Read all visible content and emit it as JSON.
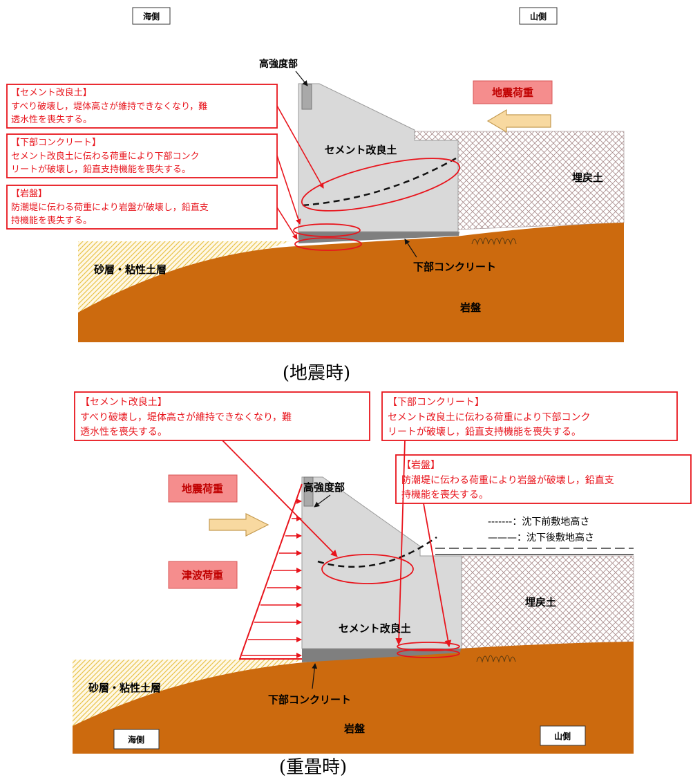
{
  "seismic": {
    "side_sea": "海側",
    "side_mountain": "山側",
    "label_high_strength": "高強度部",
    "label_seismic_load": "地震荷重",
    "label_cement": "セメント改良土",
    "label_backfill": "埋戻土",
    "label_sand_clay": "砂層・粘性土層",
    "label_lower_concrete": "下部コンクリート",
    "label_bedrock": "岩盤",
    "caption": "(地震時)",
    "callouts": [
      {
        "title": "【セメント改良土】",
        "lines": [
          "すべり破壊し，堤体高さが維持できなくなり，難",
          "透水性を喪失する。"
        ]
      },
      {
        "title": "【下部コンクリート】",
        "lines": [
          "セメント改良土に伝わる荷重により下部コンク",
          "リートが破壊し，鉛直支持機能を喪失する。"
        ]
      },
      {
        "title": "【岩盤】",
        "lines": [
          "防潮堤に伝わる荷重により岩盤が破壊し，鉛直支",
          "持機能を喪失する。"
        ]
      }
    ]
  },
  "combined": {
    "side_sea": "海側",
    "side_mountain": "山側",
    "label_high_strength": "高強度部",
    "label_seismic_load": "地震荷重",
    "label_tsunami_load": "津波荷重",
    "label_cement": "セメント改良土",
    "label_backfill": "埋戻土",
    "label_sand_clay": "砂層・粘性土層",
    "label_lower_concrete": "下部コンクリート",
    "label_bedrock": "岩盤",
    "legend_before": "-------：沈下前敷地高さ",
    "legend_after": "———：沈下後敷地高さ",
    "caption": "(重畳時)",
    "callouts": [
      {
        "title": "【セメント改良土】",
        "lines": [
          "すべり破壊し，堤体高さが維持できなくなり，難",
          "透水性を喪失する。"
        ]
      },
      {
        "title": "【下部コンクリート】",
        "lines": [
          "セメント改良土に伝わる荷重により下部コンク",
          "リートが破壊し，鉛直支持機能を喪失する。"
        ]
      },
      {
        "title": "【岩盤】",
        "lines": [
          "防潮堤に伝わる荷重により岩盤が破壊し，鉛直支",
          "持機能を喪失する。"
        ]
      }
    ]
  },
  "colors": {
    "callout_red": "#e8141c",
    "bedrock": "#cc6a0e",
    "cement": "#d9d9d9",
    "concrete": "#7f7f7f",
    "backfill_hatch": "#a88a8a",
    "sand_hatch": "#e8c34a",
    "load_box": "#f58d8d",
    "arrow_fill": "#f8d9a0"
  }
}
